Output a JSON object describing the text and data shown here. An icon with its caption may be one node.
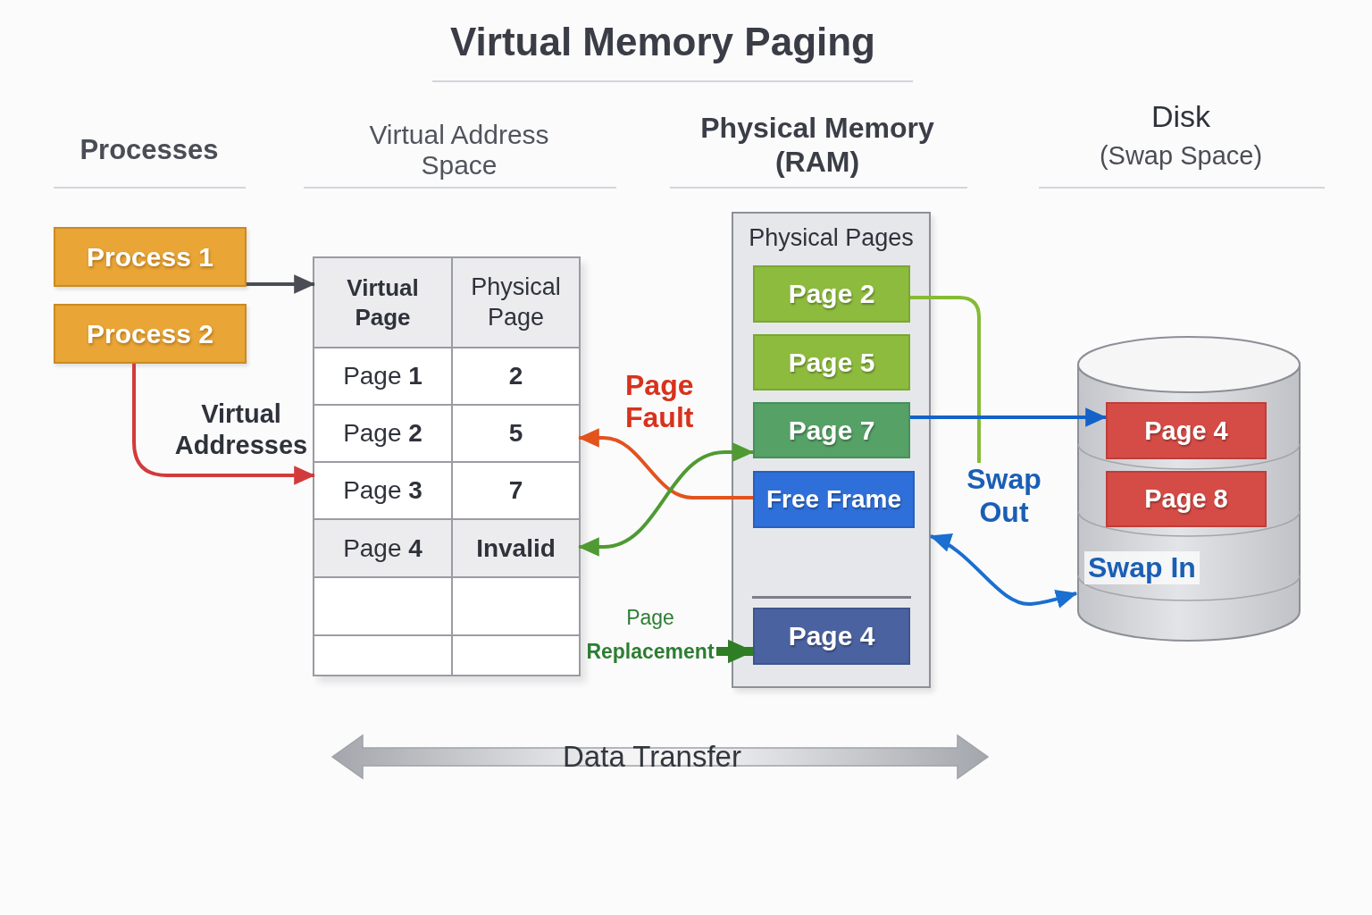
{
  "diagram": {
    "title": "Virtual Memory Paging",
    "nodes": [
      {
        "text": [
          "Process 1"
        ]
      },
      {
        "text": [
          "Process 2"
        ]
      },
      {
        "text": [],
        "shape": "box"
      },
      {
        "text": [
          "Virtual Page"
        ],
        "in": 2
      },
      {
        "text": [
          "Physical Page"
        ],
        "in": 2
      },
      {
        "text": [
          "Page **1**"
        ],
        "in": 2
      },
      {
        "text": [
          "2"
        ],
        "in": 2
      },
      {
        "text": [
          "Page **2**"
        ],
        "in": 2
      },
      {
        "text": [
          "5"
        ],
        "in": 2
      },
      {
        "text": [
          "Page **3**"
        ],
        "in": 2
      },
      {
        "text": [
          "7"
        ],
        "in": 2
      },
      {
        "text": [
          "Page **4**"
        ],
        "in": 2
      },
      {
        "text": [
          "Invalid"
        ],
        "in": 2
      },
      {
        "text": [],
        "shape": "box",
        "in": 2
      },
      {
        "text": [],
        "shape": "box",
        "in": 2
      },
      {
        "text": [],
        "shape": "box",
        "in": 2
      },
      {
        "text": [],
        "shape": "box",
        "in": 2
      },
      {
        "text": [
          "Physical Pages"
        ]
      },
      {
        "text": [
          "Page 2"
        ],
        "in": 17
      },
      {
        "text": [
          "Page 5"
        ],
        "in": 17
      },
      {
        "text": [
          "Page 7"
        ],
        "in": 17
      },
      {
        "text": [
          "Free Frame"
        ],
        "in": 17
      },
      {
        "text": [
          "Page 4"
        ],
        "in": 17
      },
      {
        "text": [
          "Page **Replacement**"
        ]
      },
      {
        "text": [
          "Swap Out"
        ]
      },
      {
        "text": [],
        "shape": "cylinder"
      },
      {
        "text": [
          "Page 4"
        ],
        "in": 25
      },
      {
        "text": [
          "Page 8"
        ],
        "in": 25
      }
    ],
    "edges": [
      {
        "from": 0,
        "to": 3,
        "arrow": "to"
      },
      {
        "from": 1,
        "to": 9,
        "arrow": "to",
        "label": "Virtual Addresses",
        "color": "#d23b3b"
      },
      {
        "from": 21,
        "to": 8,
        "arrow": "to",
        "label": "Page Fault",
        "color": "#e2531d"
      },
      {
        "from": 12,
        "to": 20,
        "arrow": "both",
        "color": "#4f9a32"
      },
      {
        "from": 23,
        "to": 22,
        "arrow": "to",
        "style": "thick",
        "color": "#2f7d24"
      },
      {
        "from": 18,
        "to": 24,
        "arrow": "none",
        "color": "#86bb35"
      },
      {
        "from": 20,
        "to": 26,
        "arrow": "to",
        "color": "#1462c8"
      },
      {
        "from": 17,
        "to": 25,
        "arrow": "both",
        "label": "Swap In",
        "color": "#1a6fd0"
      }
    ],
    "labels": [
      "Processes",
      "Virtual Address Space",
      "Physical Memory (RAM)",
      "Disk",
      "(Swap Space)",
      "Data Transfer"
    ]
  }
}
